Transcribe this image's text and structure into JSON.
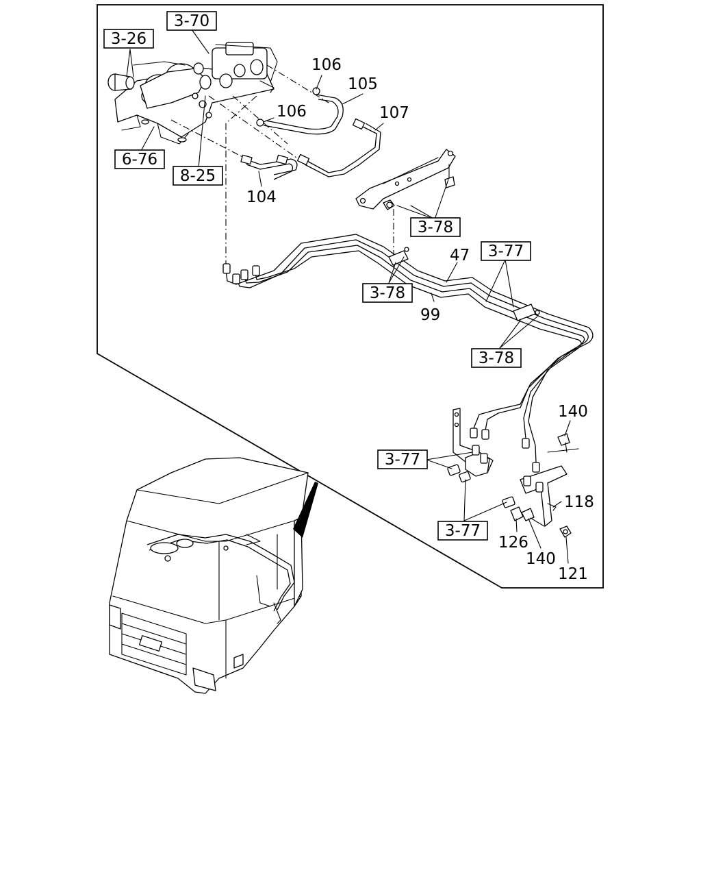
{
  "callouts": {
    "c106a": "106",
    "c105": "105",
    "c106b": "106",
    "c107": "107",
    "c104": "104",
    "c47": "47",
    "c99": "99",
    "c140a": "140",
    "c118": "118",
    "c126": "126",
    "c140b": "140",
    "c121": "121"
  },
  "refs": {
    "r370": "3-70",
    "r326": "3-26",
    "r676": "6-76",
    "r825": "8-25",
    "r378a": "3-78",
    "r377a": "3-77",
    "r378b": "3-78",
    "r378c": "3-78",
    "r377b": "3-77",
    "r377c": "3-77"
  }
}
